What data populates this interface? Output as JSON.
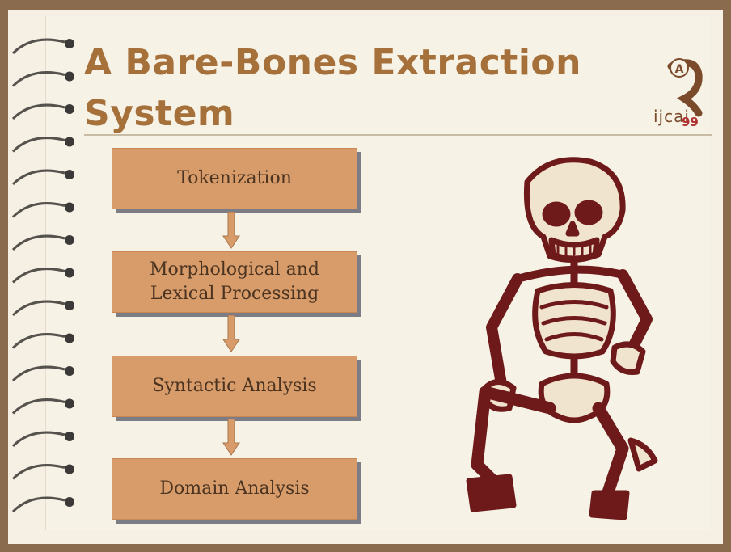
{
  "slide": {
    "title_line_1": "A Bare-Bones Extraction",
    "title_line_2": "System",
    "logo_text": "ijcai",
    "logo_year": "99",
    "logo_letter": "A"
  },
  "flow": {
    "steps": [
      {
        "line1": "Tokenization",
        "line2": ""
      },
      {
        "line1": "Morphological and",
        "line2": "Lexical Processing"
      },
      {
        "line1": "Syntactic Analysis",
        "line2": ""
      },
      {
        "line1": "Domain Analysis",
        "line2": ""
      }
    ]
  },
  "colors": {
    "title": "#a6703a",
    "box_fill": "#d89c6a",
    "box_shadow": "#7c7c86",
    "background": "#f7f2e6",
    "skeleton_outline": "#6e1a1a",
    "skeleton_fill": "#f0e4cf"
  },
  "icons": [
    "spiral-binding-icon",
    "ijcai-logo-icon",
    "skeleton-illustration-icon",
    "down-arrow-icon"
  ]
}
